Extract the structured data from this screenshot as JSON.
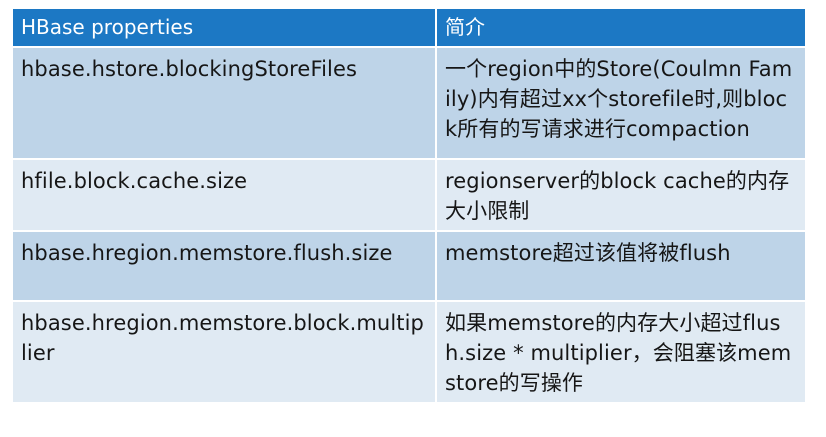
{
  "table": {
    "headers": [
      "HBase properties",
      "简介"
    ],
    "rows": [
      {
        "property": "hbase.hstore.blockingStoreFiles",
        "description": "一个region中的Store(Coulmn Family)内有超过xx个storefile时,则block所有的写请求进行compaction"
      },
      {
        "property": "hfile.block.cache.size",
        "description": "regionserver的block cache的内存大小限制"
      },
      {
        "property": "hbase.hregion.memstore.flush.size",
        "description": "memstore超过该值将被flush"
      },
      {
        "property": "hbase.hregion.memstore.block.multiplier",
        "description": "如果memstore的内存大小超过flush.size * multiplier，会阻塞该memstore的写操作"
      }
    ]
  },
  "colors": {
    "header_bg": "#1c78c4",
    "header_text": "#ffffff",
    "row_odd_bg": "#bed4e8",
    "row_even_bg": "#e0eaf3",
    "body_text": "#161616"
  }
}
